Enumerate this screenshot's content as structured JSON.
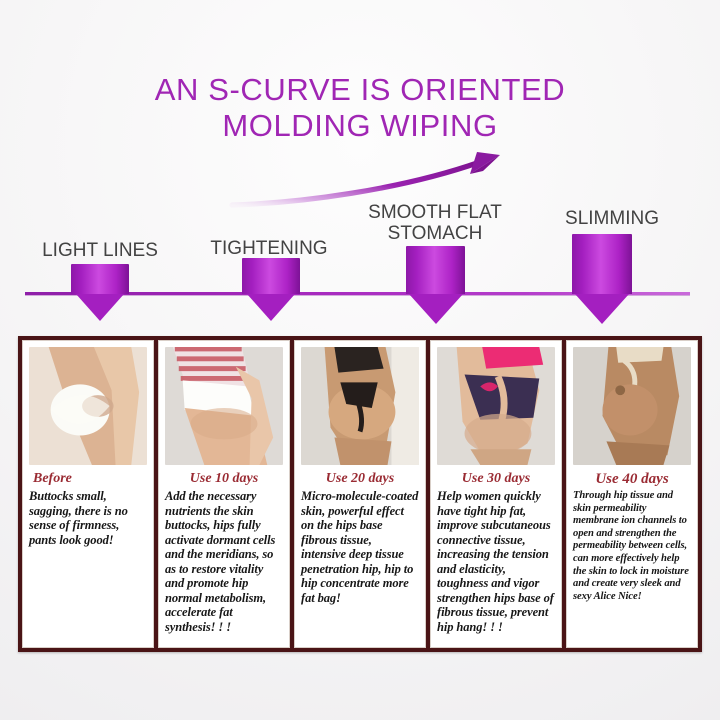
{
  "title": {
    "line1": "AN S-CURVE IS ORIENTED",
    "line2": "MOLDING WIPING",
    "color": "#a026b4"
  },
  "progress_axis": {
    "line_color": "#a528bd",
    "marker_color": "#a41fc0",
    "arrow_color": "#8e1b9e",
    "markers": [
      {
        "label": "LIGHT LINES"
      },
      {
        "label": "TIGHTENING"
      },
      {
        "label": "SMOOTH FLAT\nSTOMACH"
      },
      {
        "label": "SLIMMING"
      }
    ]
  },
  "results_strip": {
    "frame_color": "#4a1416",
    "heading_color": "#9a2b33",
    "panels": [
      {
        "heading": "Before",
        "body": "Buttocks small, sagging, there is no sense of firmness, pants look good!"
      },
      {
        "heading": "Use 10 days",
        "body": "Add the necessary nutrients the skin buttocks, hips fully activate dormant cells and the meridians, so as to restore vitality and promote hip normal metabolism, accelerate fat synthesis! ! !"
      },
      {
        "heading": "Use 20 days",
        "body": "Micro-molecule-coated skin, powerful effect on the hips base fibrous tissue, intensive deep tissue penetration hip, hip to hip concentrate more fat bag!"
      },
      {
        "heading": "Use 30 days",
        "body": "Help women quickly have tight hip fat, improve subcutaneous connective tissue, increasing the tension and elasticity, toughness and vigor strengthen hips base of fibrous tissue, prevent hip hang! ! !"
      },
      {
        "heading": "Use 40 days",
        "body": "Through hip tissue and skin permeability membrane ion channels to open and strengthen the permeability between cells, can more effectively help the skin to lock in moisture and create very sleek and sexy Alice Nice!"
      }
    ]
  }
}
